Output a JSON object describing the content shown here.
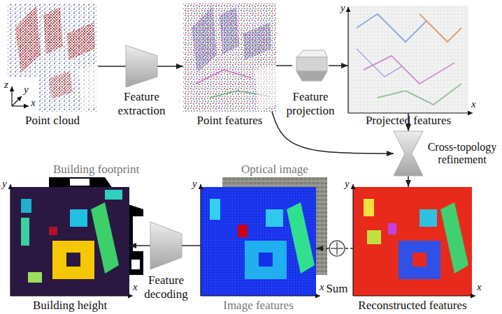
{
  "diagram": {
    "nodes": [
      {
        "text": [
          "Point cloud"
        ]
      },
      {
        "text": [
          "Feature extraction"
        ]
      },
      {
        "text": [
          "Point features"
        ]
      },
      {
        "text": [
          "Feature projection"
        ]
      },
      {
        "text": [
          "Projected features"
        ]
      },
      {
        "text": [
          "Cross-topology refinement"
        ]
      },
      {
        "text": [
          "Building footprint"
        ]
      },
      {
        "text": [
          "Optical image"
        ]
      },
      {
        "text": [
          "Building height"
        ]
      },
      {
        "text": [
          "Feature decoding"
        ]
      },
      {
        "text": [
          "Image features"
        ]
      },
      {
        "text": [
          "Sum"
        ]
      },
      {
        "text": [
          "Reconstructed features"
        ]
      }
    ],
    "edges": [
      {
        "from": 0,
        "to": 1,
        "arrow": "none"
      },
      {
        "from": 1,
        "to": 2,
        "arrow": "to"
      },
      {
        "from": 2,
        "to": 3,
        "arrow": "none"
      },
      {
        "from": 3,
        "to": 4,
        "arrow": "to"
      },
      {
        "from": 4,
        "to": 5,
        "arrow": "to"
      },
      {
        "from": 2,
        "to": 5,
        "arrow": "to"
      },
      {
        "from": 5,
        "to": 12,
        "arrow": "to"
      },
      {
        "from": 12,
        "to": 11,
        "arrow": "none"
      },
      {
        "from": 11,
        "to": 10,
        "arrow": "to"
      },
      {
        "from": 10,
        "to": 9,
        "arrow": "none"
      },
      {
        "from": 9,
        "to": 8,
        "arrow": "to"
      }
    ],
    "labels": [
      "z",
      "y",
      "x",
      "y",
      "x",
      "y",
      "x",
      "y",
      "x",
      "y",
      "x"
    ]
  }
}
